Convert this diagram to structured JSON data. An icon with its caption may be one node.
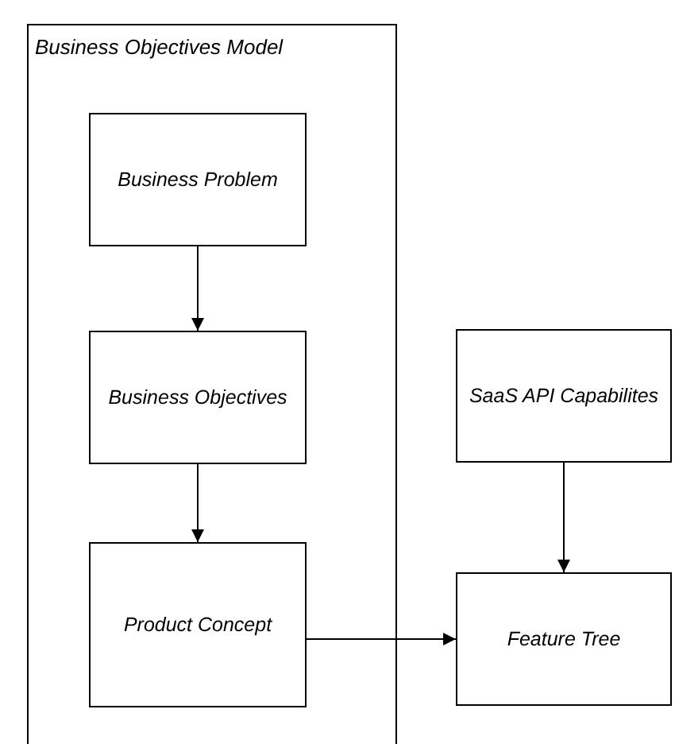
{
  "diagram": {
    "nodes": [
      {
        "text": [
          "Business Objectives Model"
        ]
      },
      {
        "text": [
          "Business Problem"
        ],
        "in": 0
      },
      {
        "text": [
          "Business Objectives"
        ],
        "in": 0
      },
      {
        "text": [
          "Product Concept"
        ],
        "in": 0
      },
      {
        "text": [
          "SaaS API Capabilites"
        ]
      },
      {
        "text": [
          "Feature Tree"
        ]
      }
    ],
    "edges": [
      {
        "from": 1,
        "to": 2,
        "arrow": "to"
      },
      {
        "from": 2,
        "to": 3,
        "arrow": "to"
      },
      {
        "from": 3,
        "to": 5,
        "arrow": "to"
      },
      {
        "from": 4,
        "to": 5,
        "arrow": "to"
      }
    ]
  }
}
